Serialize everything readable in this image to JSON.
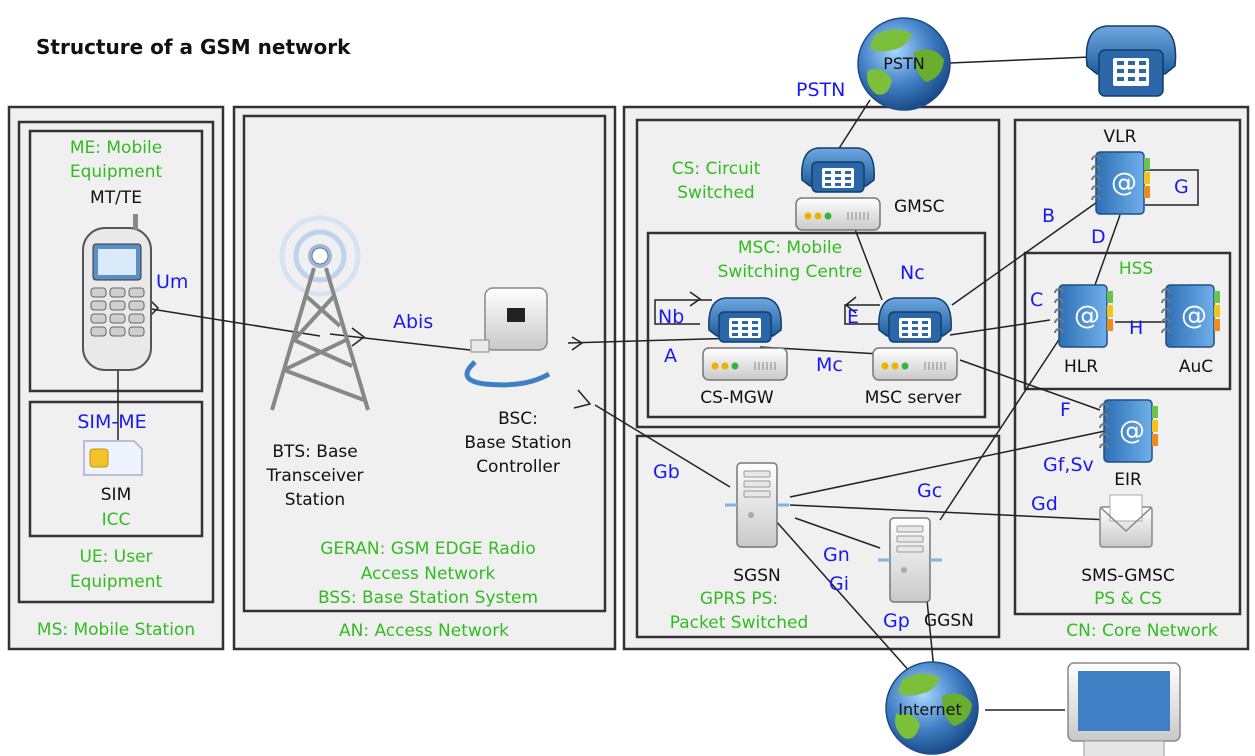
{
  "title": "Structure of a GSM network",
  "colors": {
    "frame": "#333333",
    "panel": "#f0f0f0",
    "group_label": "#33bb22",
    "interface_label": "#1a1aee",
    "node_label": "#111111"
  },
  "groups": {
    "ms": {
      "label": "MS: Mobile Station"
    },
    "me": {
      "label_1": "ME: Mobile",
      "label_2": "Equipment",
      "sub": "MT/TE"
    },
    "icc": {
      "node": "SIM",
      "label": "ICC"
    },
    "ue": {
      "label_1": "UE: User",
      "label_2": "Equipment"
    },
    "an": {
      "label": "AN: Access Network"
    },
    "geran": {
      "label_1": "GERAN: GSM EDGE Radio",
      "label_2": "Access Network",
      "label_3": "BSS: Base Station System"
    },
    "cs": {
      "label_1": "CS: Circuit",
      "label_2": "Switched"
    },
    "msc": {
      "label_1": "MSC: Mobile",
      "label_2": "Switching Centre"
    },
    "hss": {
      "label": "HSS"
    },
    "gprs": {
      "label_1": "GPRS PS:",
      "label_2": "Packet Switched"
    },
    "ps_cs": {
      "label": "PS & CS"
    },
    "cn": {
      "label": "CN: Core Network"
    }
  },
  "nodes": {
    "bts": {
      "label_1": "BTS: Base",
      "label_2": "Transceiver",
      "label_3": "Station",
      "icon": "radio-tower-icon"
    },
    "bsc": {
      "label_1": "BSC:",
      "label_2": "Base Station",
      "label_3": "Controller",
      "icon": "network-socket-icon"
    },
    "gmsc": {
      "label": "GMSC",
      "icon": "telephone-switch-icon"
    },
    "cs_mgw": {
      "label": "CS-MGW",
      "icon": "telephone-switch-icon"
    },
    "msc_server": {
      "label": "MSC server",
      "icon": "telephone-switch-icon"
    },
    "vlr": {
      "label": "VLR",
      "icon": "address-book-icon"
    },
    "hlr": {
      "label": "HLR",
      "icon": "address-book-icon"
    },
    "auc": {
      "label": "AuC",
      "icon": "address-book-icon"
    },
    "eir": {
      "label": "EIR",
      "icon": "address-book-icon"
    },
    "sms_gmsc": {
      "label": "SMS-GMSC",
      "icon": "mail-envelope-icon"
    },
    "sgsn": {
      "label": "SGSN",
      "icon": "server-icon"
    },
    "ggsn": {
      "label": "GGSN",
      "icon": "server-icon"
    },
    "pstn": {
      "label": "PSTN",
      "icon": "globe-icon"
    },
    "internet": {
      "label": "Internet",
      "icon": "globe-icon"
    },
    "phone": {
      "icon": "telephone-icon"
    },
    "computer": {
      "icon": "desktop-computer-icon"
    },
    "mobile": {
      "icon": "mobile-phone-icon"
    }
  },
  "interfaces": {
    "um": "Um",
    "abis": "Abis",
    "sim_me": "SIM-ME",
    "pstn": "PSTN",
    "a": "A",
    "nb": "Nb",
    "mc": "Mc",
    "nc": "Nc",
    "e": "E",
    "b": "B",
    "g": "G",
    "d": "D",
    "c": "C",
    "h": "H",
    "f": "F",
    "gf_sv": "Gf,Sv",
    "gd": "Gd",
    "gc": "Gc",
    "gb": "Gb",
    "gn": "Gn",
    "gi": "Gi",
    "gp": "Gp"
  }
}
